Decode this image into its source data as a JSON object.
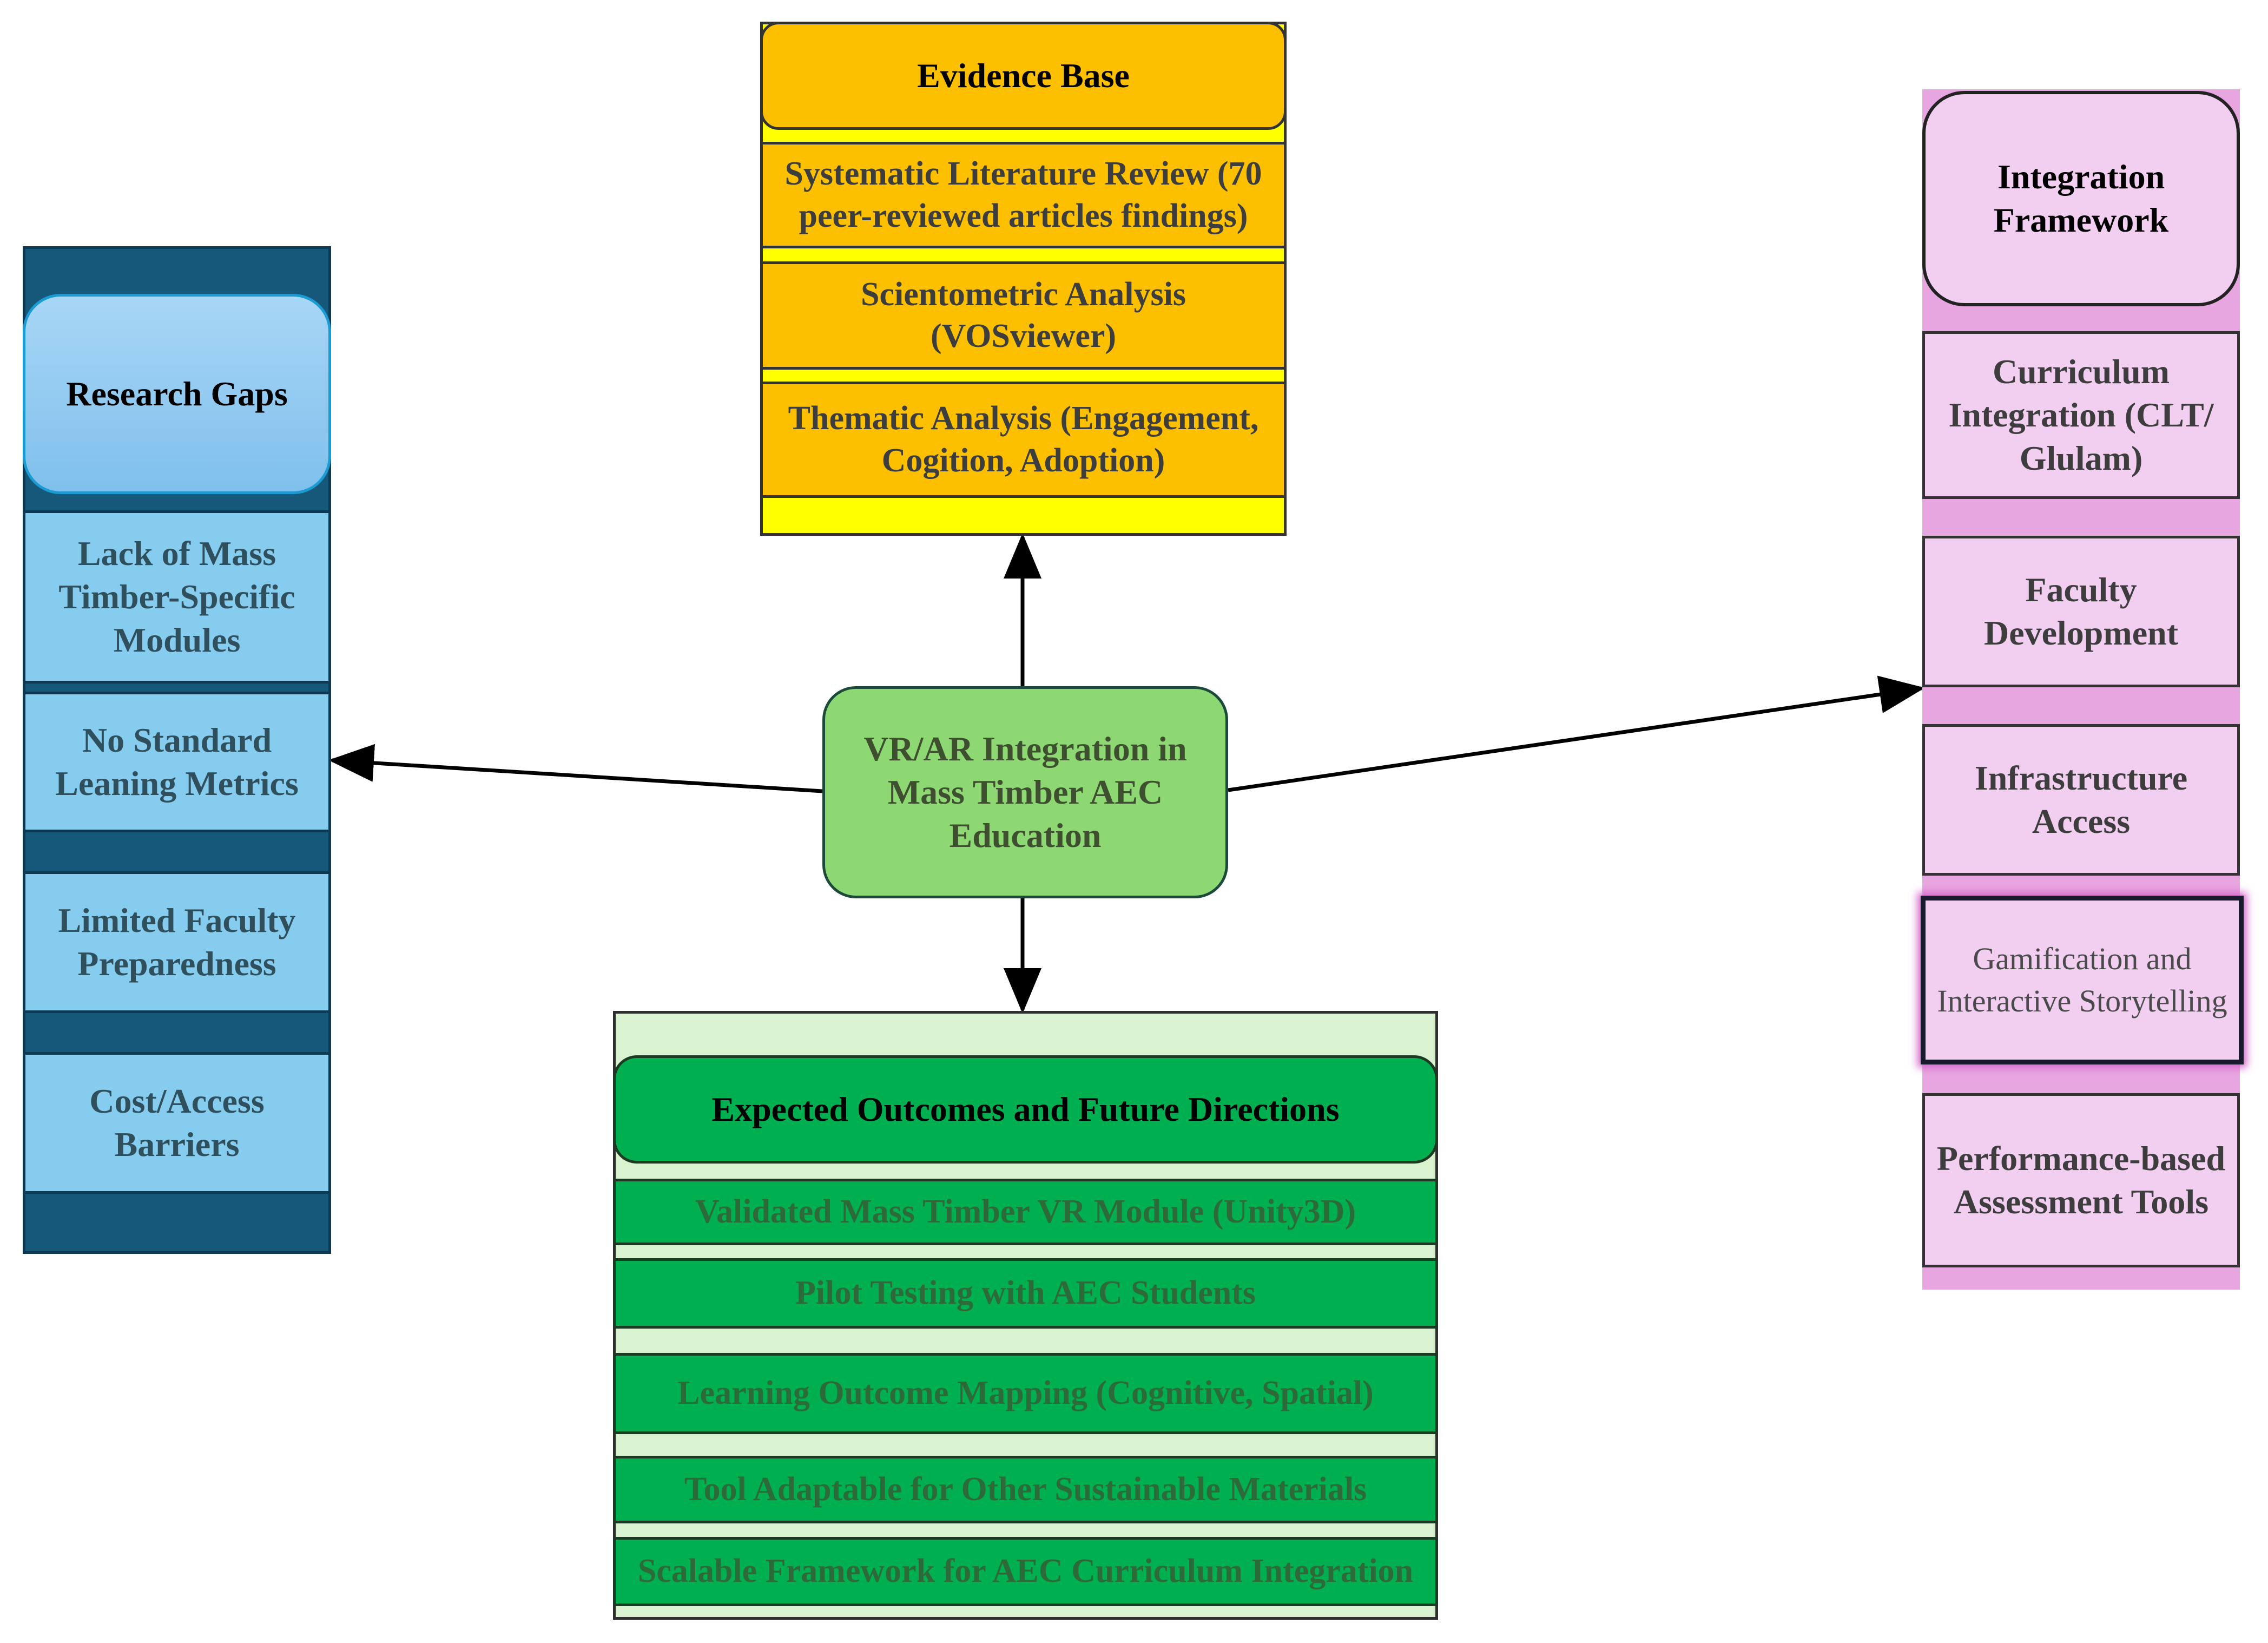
{
  "center": {
    "label": "VR/AR Integration in Mass Timber AEC Education"
  },
  "research_gaps": {
    "title": "Research Gaps",
    "items": [
      "Lack of Mass Timber-Specific Modules",
      "No Standard Leaning Metrics",
      "Limited Faculty Preparedness",
      "Cost/Access Barriers"
    ]
  },
  "evidence_base": {
    "title": "Evidence Base",
    "items": [
      "Systematic Literature Review (70 peer-reviewed articles findings)",
      "Scientometric Analysis (VOSviewer)",
      "Thematic Analysis (Engagement, Cogition, Adoption)"
    ]
  },
  "expected_outcomes": {
    "title": "Expected Outcomes and Future Directions",
    "items": [
      "Validated Mass Timber VR Module (Unity3D)",
      "Pilot Testing with AEC Students",
      "Learning Outcome Mapping (Cognitive, Spatial)",
      "Tool Adaptable for Other Sustainable Materials",
      "Scalable Framework for AEC Curriculum Integration"
    ]
  },
  "integration_framework": {
    "title": "Integration Framework",
    "items": [
      "Curriculum Integration (CLT/ Glulam)",
      "Faculty Development",
      "Infrastructure Access",
      "Gamification and Interactive Storytelling",
      "Performance-based Assessment Tools"
    ]
  },
  "colors": {
    "research_gaps_panel": "#16587a",
    "research_gaps_item": "#85ccee",
    "evidence_base": "#fcc000",
    "evidence_base_footer": "#ffff00",
    "center": "#8ed873",
    "expected_outcomes": "#00b050",
    "expected_outcomes_panel": "#d9f2d0",
    "integration_framework": "#f2cff0",
    "integration_framework_panel": "#e8a6e0"
  }
}
